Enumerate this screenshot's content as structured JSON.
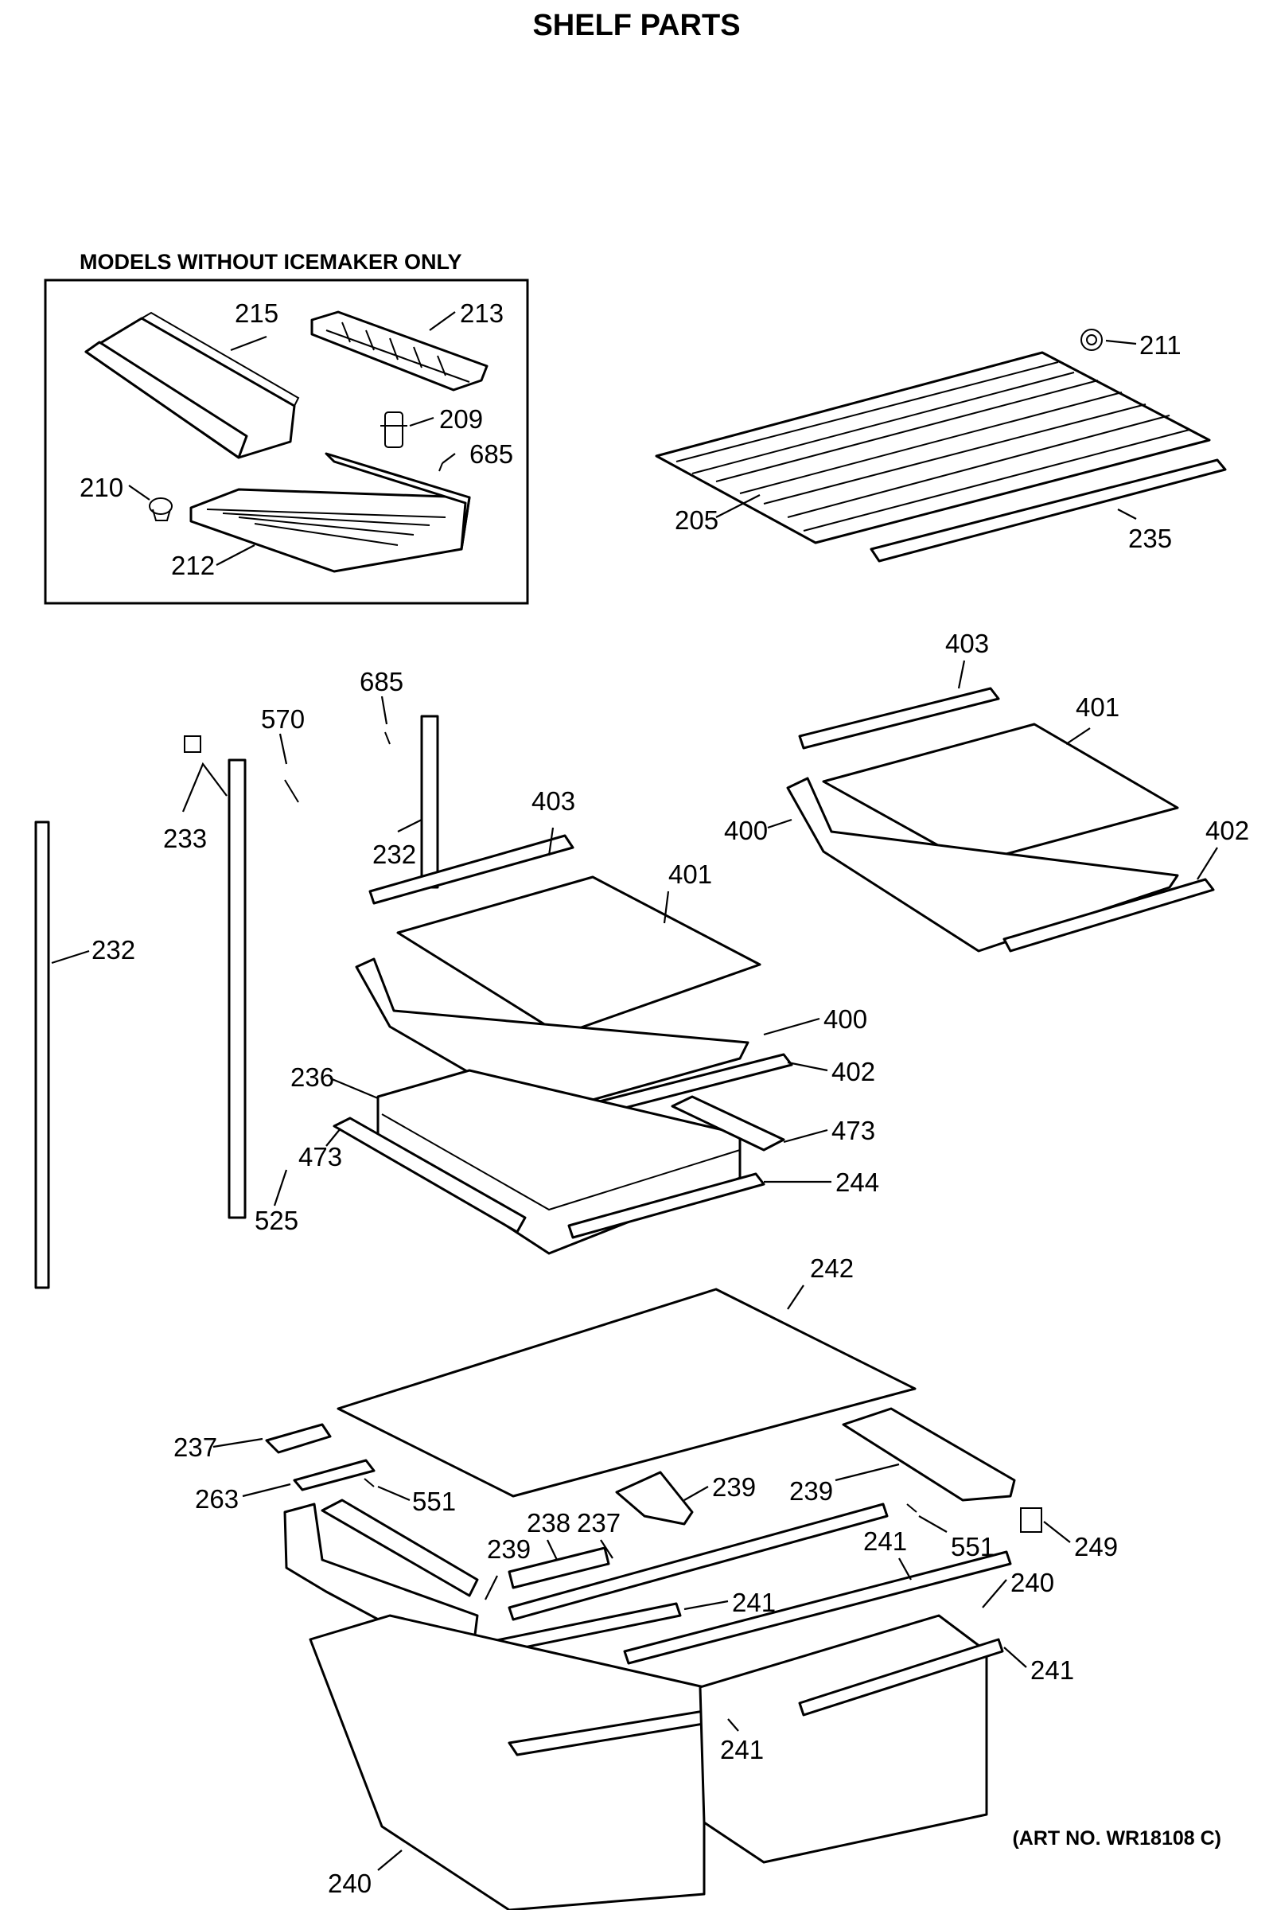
{
  "title": "SHELF PARTS",
  "inset_title": "MODELS WITHOUT ICEMAKER ONLY",
  "art_no": "(ART NO. WR18108 C)",
  "callouts": {
    "c215": "215",
    "c213": "213",
    "c209": "209",
    "c685a": "685",
    "c210": "210",
    "c212": "212",
    "c211": "211",
    "c205": "205",
    "c235": "235",
    "c403a": "403",
    "c401a": "401",
    "c400a": "400",
    "c402a": "402",
    "c685b": "685",
    "c570": "570",
    "c233": "233",
    "c232a": "232",
    "c232b": "232",
    "c403b": "403",
    "c401b": "401",
    "c400b": "400",
    "c402b": "402",
    "c236": "236",
    "c473a": "473",
    "c473b": "473",
    "c244": "244",
    "c525": "525",
    "c242": "242",
    "c237a": "237",
    "c263": "263",
    "c551a": "551",
    "c239a": "239",
    "c239b": "239",
    "c239c": "239",
    "c238": "238",
    "c237b": "237",
    "c551b": "551",
    "c249": "249",
    "c241a": "241",
    "c241b": "241",
    "c240a": "240",
    "c241c": "241",
    "c241d": "241",
    "c240b": "240"
  }
}
